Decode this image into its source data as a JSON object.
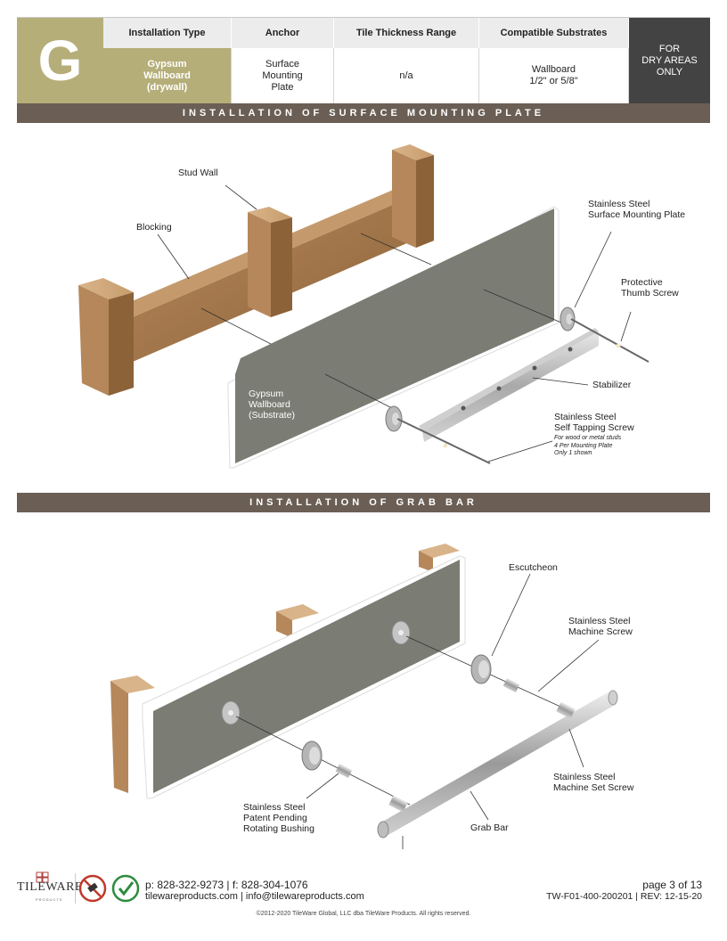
{
  "header": {
    "letter": "G",
    "columns": [
      {
        "heading": "Installation Type",
        "value": "Gypsum\nWallboard\n(drywall)"
      },
      {
        "heading": "Anchor",
        "value": "Surface\nMounting\nPlate"
      },
      {
        "heading": "Tile Thickness Range",
        "value": "n/a"
      },
      {
        "heading": "Compatible Substrates",
        "value": "Wallboard\n1/2\" or 5/8\""
      }
    ],
    "dry_areas": "FOR\nDRY AREAS\nONLY"
  },
  "section1": {
    "title": "INSTALLATION OF SURFACE MOUNTING PLATE",
    "labels": {
      "stud_wall": "Stud Wall",
      "blocking": "Blocking",
      "plate": "Stainless Steel\nSurface Mounting Plate",
      "thumb_screw": "Protective\nThumb Screw",
      "stabilizer": "Stabilizer",
      "self_tapping": "Stainless Steel\nSelf Tapping Screw",
      "self_tapping_note": "For wood or metal studs\n4 Per Mounting Plate\nOnly 1 shown",
      "gypsum": "Gypsum\nWallboard\n(Substrate)"
    }
  },
  "section2": {
    "title": "INSTALLATION OF GRAB BAR",
    "labels": {
      "escutcheon": "Escutcheon",
      "machine_screw": "Stainless Steel\nMachine Screw",
      "set_screw": "Stainless Steel\nMachine Set Screw",
      "bushing": "Stainless Steel\nPatent Pending\nRotating Bushing",
      "grab_bar": "Grab Bar"
    }
  },
  "footer": {
    "logo": "TILEWARE",
    "logo_sub": "PRODUCTS",
    "phone": "p: 828-322-9273  |  f: 828-304-1076",
    "web": "tilewareproducts.com | info@tilewareproducts.com",
    "page": "page 3 of 13",
    "doc": "TW-F01-400-200201 | REV: 12-15-20",
    "copyright": "©2012-2020  TileWare Global, LLC dba TileWare Products. All rights reserved."
  },
  "colors": {
    "accent": "#b5ae79",
    "bar": "#6b5f55",
    "dark": "#444343"
  }
}
